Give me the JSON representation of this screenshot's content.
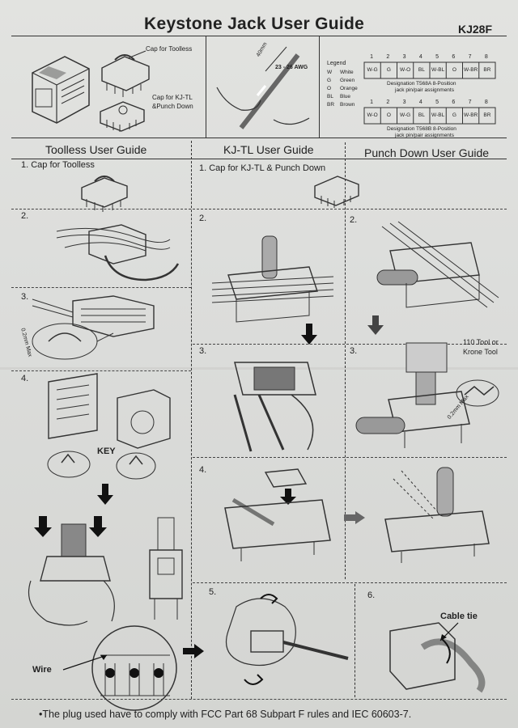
{
  "header": {
    "title": "Keystone Jack User Guide",
    "model": "KJ28F"
  },
  "top": {
    "cap_toolless": "Cap for Toolless",
    "cap_kjtl": "Cap for KJ-TL",
    "punch_down": "&Punch Down",
    "strip_length": "40mm",
    "awg": "23 - 26 AWG"
  },
  "legend": {
    "title": "Legend",
    "rows": [
      {
        "code": "W",
        "name": "White"
      },
      {
        "code": "G",
        "name": "Green"
      },
      {
        "code": "O",
        "name": "Orange"
      },
      {
        "code": "BL",
        "name": "Blue"
      },
      {
        "code": "BR",
        "name": "Brown"
      }
    ]
  },
  "wiring": {
    "pins": [
      "1",
      "2",
      "3",
      "4",
      "5",
      "6",
      "7",
      "8"
    ],
    "t568a": {
      "colors": [
        "W-G",
        "G",
        "W-O",
        "BL",
        "W-BL",
        "O",
        "W-BR",
        "BR"
      ],
      "caption1": "Designation T568A 8-Position",
      "caption2": "jack pin/pair assignments"
    },
    "t568b": {
      "colors": [
        "W-O",
        "O",
        "W-G",
        "BL",
        "W-BL",
        "G",
        "W-BR",
        "BR"
      ],
      "caption1": "Designation T568B 8-Position",
      "caption2": "jack pin/pair assignments"
    }
  },
  "sections": {
    "toolless": "Toolless User Guide",
    "kjtl": "KJ-TL User Guide",
    "punch": "Punch Down User Guide"
  },
  "steps": {
    "toolless_1": "1. Cap for Toolless",
    "kjtl_1": "1. Cap for KJ-TL & Punch Down",
    "s2": "2.",
    "s3": "3.",
    "s4": "4.",
    "s5": "5.",
    "s6": "6."
  },
  "labels": {
    "max_toolless": "0.2mm Max",
    "max_punch": "0.2mm Max",
    "tool1": "110 Tool or",
    "tool2": "Krone Tool",
    "key": "KEY",
    "wire": "Wire",
    "cable_tie": "Cable tie"
  },
  "footer": "•The plug used have to comply with FCC Part 68 Subpart F rules and IEC 60603-7."
}
